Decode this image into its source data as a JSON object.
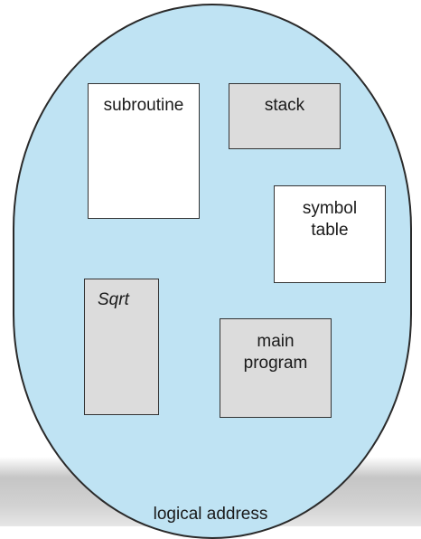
{
  "segments": {
    "subroutine": "subroutine",
    "stack": "stack",
    "symbol_table": "symbol\ntable",
    "sqrt": "Sqrt",
    "main_program": "main\nprogram"
  },
  "caption": "logical address",
  "colors": {
    "space_fill": "#bfe3f3",
    "segment_white": "#ffffff",
    "segment_gray": "#dcdcdc",
    "outline": "#2a2a2a"
  }
}
